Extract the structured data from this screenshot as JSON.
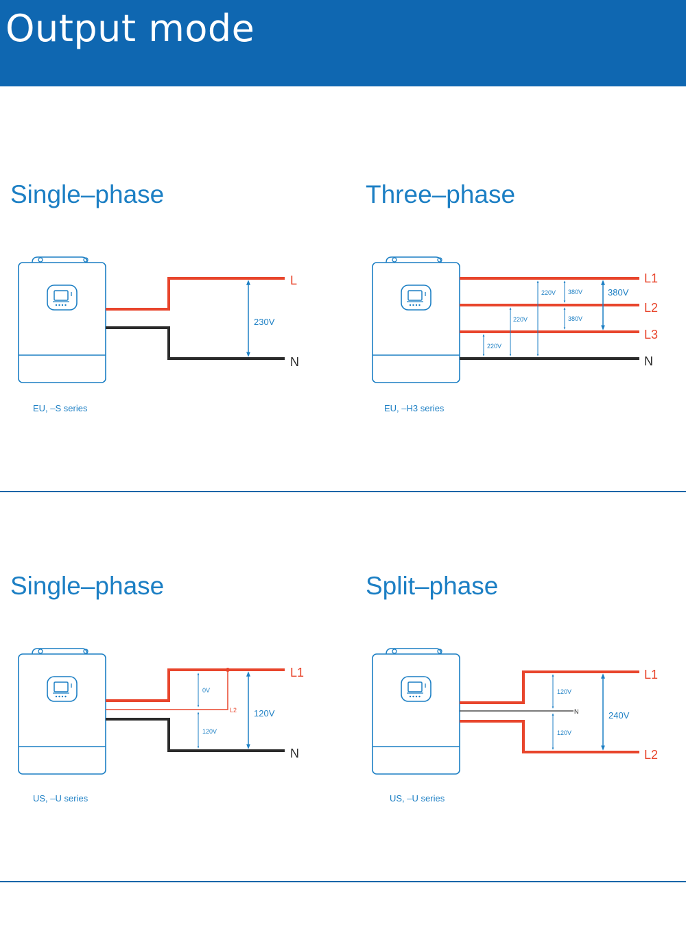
{
  "header": {
    "title": "Output mode"
  },
  "colors": {
    "header_bg": "#0f67b1",
    "accent_blue": "#1c7fc4",
    "wire_red": "#e8452c",
    "wire_black": "#2a2a2a",
    "divider": "#1565a8"
  },
  "panels": {
    "eu_single": {
      "heading": "Single–phase",
      "caption": "EU, –S series",
      "labels": {
        "l": "L",
        "n": "N"
      },
      "voltages": {
        "ln": "230V"
      }
    },
    "eu_three": {
      "heading": "Three–phase",
      "caption": "EU, –H3 series",
      "labels": {
        "l1": "L1",
        "l2": "L2",
        "l3": "L3",
        "n": "N"
      },
      "voltages": {
        "l1_n": "220V",
        "l1_l2_small": "380V",
        "l1_l3": "380V",
        "l2_n": "220V",
        "l2_l3": "380V",
        "l3_n": "220V"
      }
    },
    "us_single": {
      "heading": "Single–phase",
      "caption": "US, –U series",
      "labels": {
        "l1": "L1",
        "l2": "L2",
        "n": "N"
      },
      "voltages": {
        "l1_l2": "0V",
        "l2_n": "120V",
        "l1_n": "120V"
      }
    },
    "us_split": {
      "heading": "Split–phase",
      "caption": "US, –U series",
      "labels": {
        "l1": "L1",
        "l2": "L2",
        "n": "N"
      },
      "voltages": {
        "l1_n": "120V",
        "l2_n": "120V",
        "l1_l2": "240V"
      }
    }
  }
}
